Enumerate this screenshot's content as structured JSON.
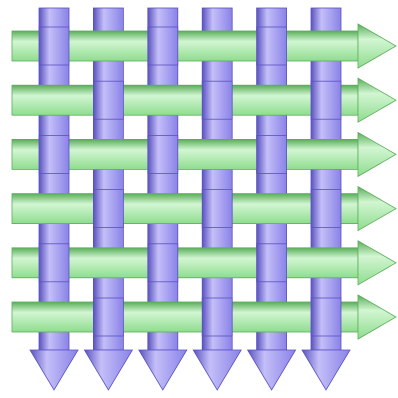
{
  "diagram": {
    "kind": "plain-weave",
    "pattern": "over-under",
    "warp_count": 6,
    "weft_count": 6,
    "warp": {
      "name": "warp-threads",
      "direction": "down",
      "color": "#8a82e8",
      "color_light": "#c4bff8",
      "color_dark": "#5a52c0"
    },
    "weft": {
      "name": "weft-threads",
      "direction": "right",
      "color": "#8fdc8f",
      "color_light": "#d2f6d2",
      "color_dark": "#5aae5a"
    },
    "background": "#ffffff"
  }
}
